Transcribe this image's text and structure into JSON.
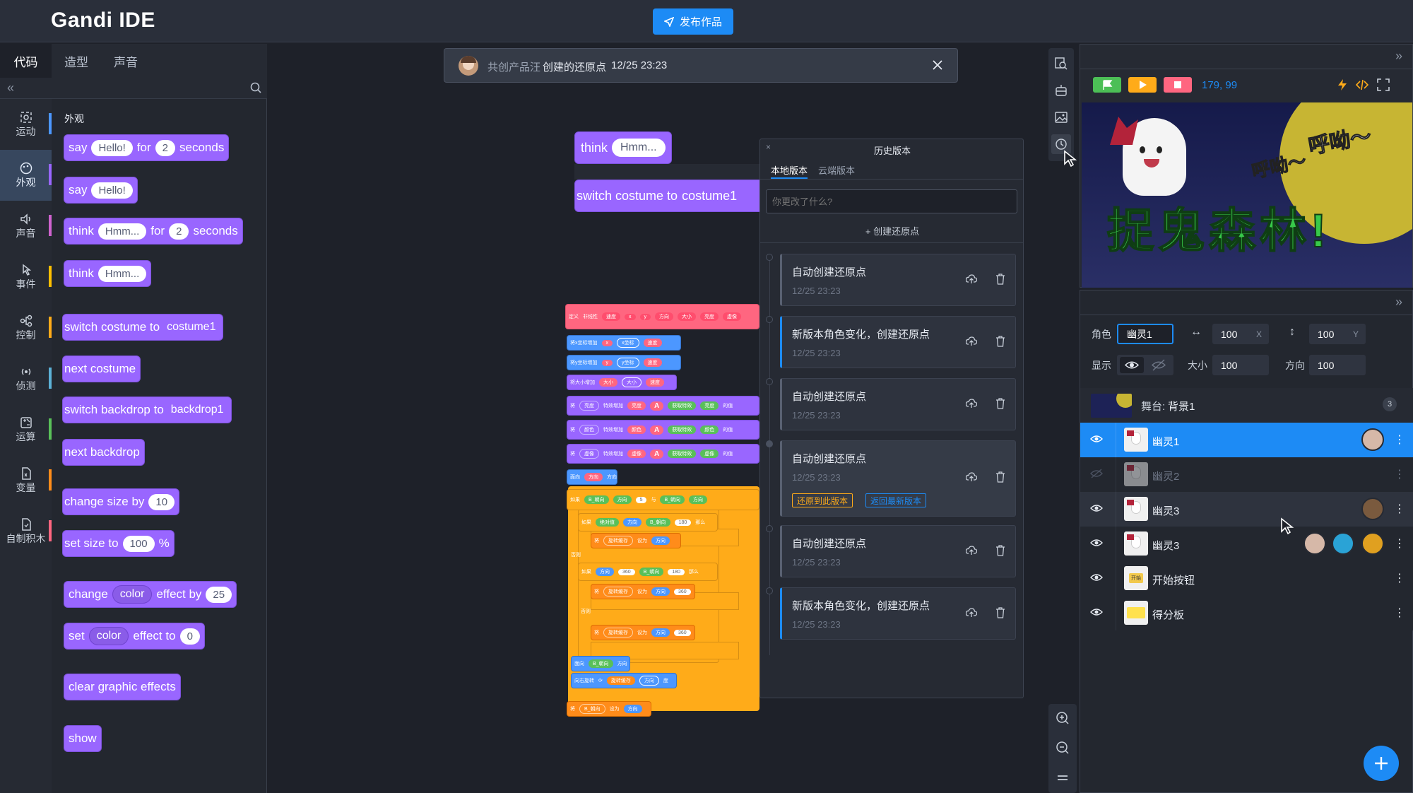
{
  "app": {
    "title": "Gandi IDE",
    "publish_label": "发布作品"
  },
  "tabs": [
    "代码",
    "造型",
    "声音"
  ],
  "categories": [
    {
      "label": "运动",
      "color": "#4c97ff"
    },
    {
      "label": "外观",
      "color": "#9966ff"
    },
    {
      "label": "声音",
      "color": "#cf63cf"
    },
    {
      "label": "事件",
      "color": "#ffbf00"
    },
    {
      "label": "控制",
      "color": "#ffab19"
    },
    {
      "label": "侦测",
      "color": "#5cb1d6"
    },
    {
      "label": "运算",
      "color": "#59c059"
    },
    {
      "label": "变量",
      "color": "#ff8c1a"
    },
    {
      "label": "自制积木",
      "color": "#ff6680"
    }
  ],
  "palette": {
    "section_title": "外观",
    "blocks": {
      "b1": {
        "w1": "say",
        "v1": "Hello!",
        "w2": "for",
        "v2": "2",
        "w3": "seconds"
      },
      "b2": {
        "w1": "say",
        "v1": "Hello!"
      },
      "b3": {
        "w1": "think",
        "v1": "Hmm...",
        "w2": "for",
        "v2": "2",
        "w3": "seconds"
      },
      "b4": {
        "w1": "think",
        "v1": "Hmm..."
      },
      "b5": {
        "w1": "switch costume to",
        "v1": "costume1"
      },
      "b6": {
        "w1": "next costume"
      },
      "b7": {
        "w1": "switch backdrop to",
        "v1": "backdrop1"
      },
      "b8": {
        "w1": "next backdrop"
      },
      "b9": {
        "w1": "change size by",
        "v1": "10"
      },
      "b10": {
        "w1": "set size to",
        "v1": "100",
        "w2": "%"
      },
      "b11": {
        "w1": "change",
        "v1": "color",
        "w2": "effect by",
        "v2": "25"
      },
      "b12": {
        "w1": "set",
        "v1": "color",
        "w2": "effect to",
        "v2": "0"
      },
      "b13": {
        "w1": "clear graphic effects"
      },
      "b14": {
        "w1": "show"
      }
    }
  },
  "restore_bar": {
    "author": "共创产品汪",
    "action": "创建的还原点",
    "time": "12/25 23:23"
  },
  "workspace_blocks": {
    "think_word": "think",
    "think_value": "Hmm...",
    "switch_word": "switch costume to",
    "switch_value": "costume1",
    "mini": {
      "r1": "定义",
      "r1b": "非线性",
      "r1c": "速度",
      "r1d": "x",
      "r1e": "y",
      "r1f": "方向",
      "r1g": "大小",
      "r1h": "亮度",
      "r1i": "虚像",
      "r2": "将x坐标增加",
      "r2b": "x",
      "r2c": "x坐标",
      "r2d": "速度",
      "r3": "将y坐标增加",
      "r3b": "y",
      "r3c": "y坐标",
      "r3d": "速度",
      "r4": "将大小增加",
      "r4b": "大小",
      "r4c": "大小",
      "r4d": "速度",
      "r5": "将",
      "r5b": "亮度",
      "r5c": "特效增加",
      "r5d": "亮度",
      "r5e": "获取特效",
      "r5f": "亮度",
      "r5g": "的值",
      "r6": "将",
      "r6b": "颜色",
      "r6c": "特效增加",
      "r6d": "颜色",
      "r6e": "获取特效",
      "r6f": "颜色",
      "r6g": "的值",
      "r7": "将",
      "r7b": "虚像",
      "r7c": "特效增加",
      "r7d": "虚像",
      "r7e": "获取特效",
      "r7f": "虚像",
      "r7g": "的值",
      "r8": "面向",
      "r8b": "方向",
      "r8c": "方向",
      "r9": "如果",
      "r9b": "B_朝向",
      "r9c": "方向",
      "r9d": "5",
      "r9e": "与",
      "r9f": "B_朝向",
      "r9g": "方向",
      "r10": "如果",
      "r10b": "绝对值",
      "r10c": "方向",
      "r10d": "B_朝向",
      "r10e": "180",
      "r10f": "那么",
      "r11": "将",
      "r11b": "旋转缓存",
      "r11c": "设为",
      "r11d": "方向",
      "r12": "否则",
      "r13": "如果",
      "r13b": "方向",
      "r13c": "360",
      "r13d": "B_朝向",
      "r13e": "180",
      "r13f": "那么",
      "r14": "将",
      "r14b": "旋转缓存",
      "r14c": "设为",
      "r14d": "方向",
      "r14e": "360",
      "r15": "否则",
      "r16": "将",
      "r16b": "旋转缓存",
      "r16c": "设为",
      "r16d": "方向",
      "r16e": "360",
      "r17": "面向",
      "r17b": "B_朝向",
      "r17c": "方向",
      "r18": "向右旋转",
      "r18b": "旋转缓存",
      "r18c": "方向",
      "r18d": "度",
      "r19": "将",
      "r19b": "B_朝向",
      "r19c": "设为",
      "r19d": "方向"
    }
  },
  "history": {
    "title": "历史版本",
    "tabs": [
      "本地版本",
      "云端版本"
    ],
    "input_placeholder": "你更改了什么?",
    "create_label": "+ 创建还原点",
    "restore_label": "还原到此版本",
    "latest_label": "返回最新版本",
    "items": [
      {
        "title": "自动创建还原点",
        "time": "12/25 23:23"
      },
      {
        "title": "新版本角色变化，创建还原点",
        "time": "12/25 23:23"
      },
      {
        "title": "自动创建还原点",
        "time": "12/25 23:23"
      },
      {
        "title": "自动创建还原点",
        "time": "12/25 23:23"
      },
      {
        "title": "自动创建还原点",
        "time": "12/25 23:23"
      },
      {
        "title": "新版本角色变化，创建还原点",
        "time": "12/25 23:23"
      }
    ]
  },
  "stage": {
    "coords": "179, 99",
    "art_text_1": "呼呦～",
    "art_text_2": "呼呦～",
    "art_title": "捉鬼森林!"
  },
  "sprite_info": {
    "role_label": "角色",
    "role_value": "幽灵1",
    "x_value": "100",
    "x_label": "X",
    "y_value": "100",
    "y_label": "Y",
    "show_label": "显示",
    "size_label": "大小",
    "size_value": "100",
    "dir_label": "方向",
    "dir_value": "100"
  },
  "stage_row": {
    "label": "舞台:",
    "name": "背景1",
    "count": "3"
  },
  "sprites": [
    {
      "name": "幽灵1"
    },
    {
      "name": "幽灵2"
    },
    {
      "name": "幽灵3"
    },
    {
      "name": "幽灵3"
    },
    {
      "name": "开始按钮",
      "thumb_text": "开始"
    },
    {
      "name": "得分板"
    }
  ],
  "colors": {
    "accent": "#1d8bf5",
    "looks": "#9966ff",
    "events": "#ffbf00",
    "operators": "#59c059",
    "custom": "#ff6680"
  }
}
